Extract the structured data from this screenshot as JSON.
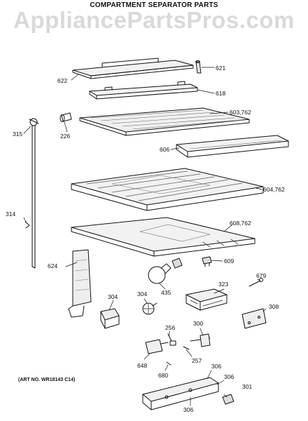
{
  "header": {
    "title": "COMPARTMENT SEPARATOR PARTS",
    "watermark": "AppliancePartsPros.com"
  },
  "art_number": "(ART NO. WR18143 C14)",
  "callouts": [
    {
      "id": "621",
      "text": "621"
    },
    {
      "id": "622",
      "text": "622"
    },
    {
      "id": "618",
      "text": "618"
    },
    {
      "id": "603_762",
      "text": "603,762"
    },
    {
      "id": "315",
      "text": "315"
    },
    {
      "id": "226",
      "text": "226"
    },
    {
      "id": "606",
      "text": "606"
    },
    {
      "id": "604_762",
      "text": "604,762"
    },
    {
      "id": "314",
      "text": "314"
    },
    {
      "id": "608_762",
      "text": "608,762"
    },
    {
      "id": "609",
      "text": "609"
    },
    {
      "id": "624",
      "text": "624"
    },
    {
      "id": "679",
      "text": "679"
    },
    {
      "id": "435",
      "text": "435"
    },
    {
      "id": "323",
      "text": "323"
    },
    {
      "id": "304a",
      "text": "304"
    },
    {
      "id": "304b",
      "text": "304"
    },
    {
      "id": "308",
      "text": "308"
    },
    {
      "id": "256",
      "text": "256"
    },
    {
      "id": "300",
      "text": "300"
    },
    {
      "id": "257",
      "text": "257"
    },
    {
      "id": "648",
      "text": "648"
    },
    {
      "id": "680",
      "text": "680"
    },
    {
      "id": "306a",
      "text": "306"
    },
    {
      "id": "306b",
      "text": "306"
    },
    {
      "id": "301",
      "text": "301"
    },
    {
      "id": "306c",
      "text": "306"
    }
  ]
}
